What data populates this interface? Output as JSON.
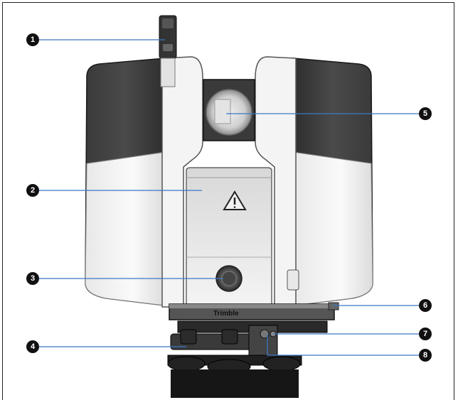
{
  "figure": {
    "brand_text": "Trimble",
    "colors": {
      "leader_line": "#3b78c4",
      "callout_fill": "#111111",
      "body_dark": "#2c2c2c",
      "body_light": "#f2f2f2"
    },
    "callouts": [
      {
        "id": "1",
        "label": "1"
      },
      {
        "id": "2",
        "label": "2"
      },
      {
        "id": "3",
        "label": "3"
      },
      {
        "id": "4",
        "label": "4"
      },
      {
        "id": "5",
        "label": "5"
      },
      {
        "id": "6",
        "label": "6"
      },
      {
        "id": "7",
        "label": "7"
      },
      {
        "id": "8",
        "label": "8"
      }
    ]
  }
}
